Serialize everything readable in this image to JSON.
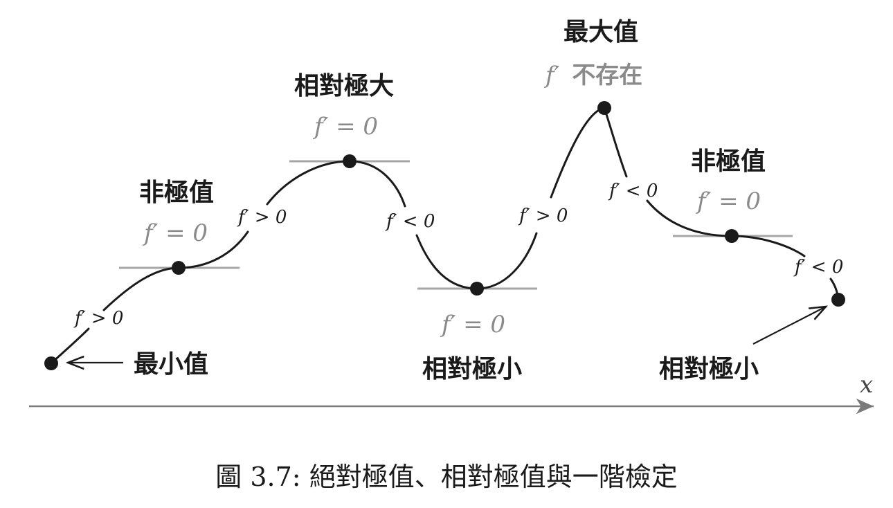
{
  "points": {
    "min": {
      "label": "最小值"
    },
    "inflection1": {
      "label": "非極值",
      "derivative": "f′ = 0"
    },
    "local_max": {
      "label": "相對極大",
      "derivative": "f′ = 0"
    },
    "local_min": {
      "label": "相對極小",
      "derivative": "f′ = 0"
    },
    "global_max": {
      "label": "最大值",
      "derivative_prefix": "f′",
      "derivative_suffix": "不存在"
    },
    "inflection2": {
      "label": "非極值",
      "derivative": "f′ = 0"
    },
    "end_local_min": {
      "label": "相對極小"
    }
  },
  "slopes": {
    "s1": "f′ > 0",
    "s2": "f′ > 0",
    "s3": "f′ < 0",
    "s4": "f′ > 0",
    "s5": "f′ < 0",
    "s6": "f′ < 0"
  },
  "axis": {
    "label": "x"
  },
  "caption": "圖 3.7: 絕對極值、相對極值與一階檢定",
  "colors": {
    "curve": "#1a1a1a",
    "tangent": "#a6a6a6",
    "gray_text": "#8a8a8a",
    "axis": "#7a7a7a"
  }
}
